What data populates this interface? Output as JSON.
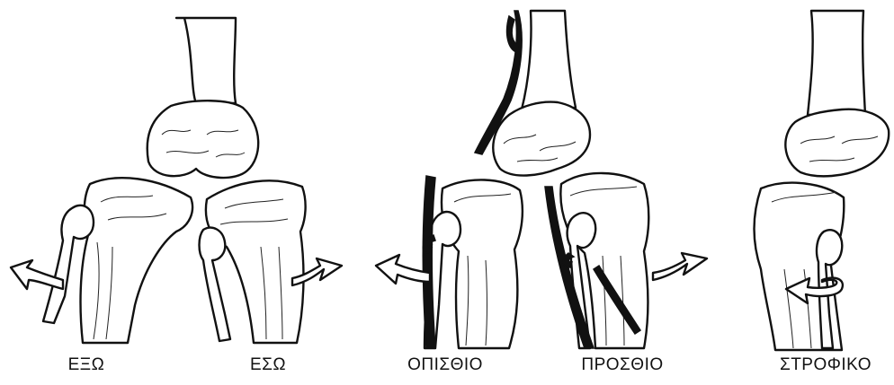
{
  "labels": {
    "varus_left": "ΕΞΩ",
    "valgus_right": "ΕΣΩ",
    "posterior": "ΟΠΙΣΘΙΟ",
    "anterior": "ΠΡΟΣΘΙΟ",
    "rotational": "ΣΤΡΟΦΙΚΟ"
  },
  "icons": {
    "arrow_left_1": "curved-arrow-left-icon",
    "arrow_right_1": "curved-arrow-right-icon",
    "arrow_left_2": "curved-arrow-left-icon",
    "arrow_right_2": "curved-arrow-right-icon",
    "rotation": "rotation-arrow-icon"
  }
}
